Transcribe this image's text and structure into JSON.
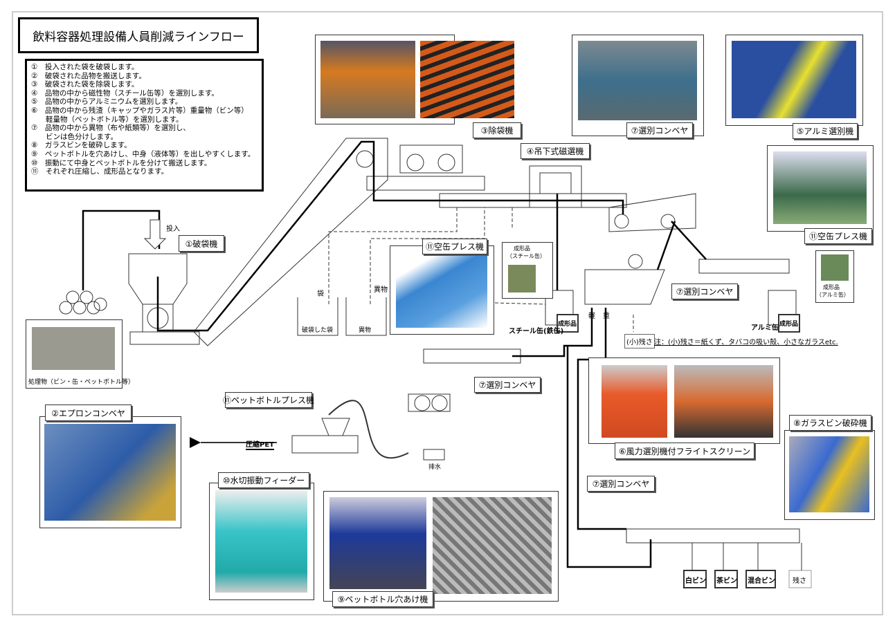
{
  "title": "飲料容器処理設備人員削減ラインフロー",
  "legend": [
    "①　投入された袋を破袋します。",
    "②　破袋された品物を搬送します。",
    "③　破袋された袋を除袋します。",
    "④　品物の中から磁性物（スチール缶等）を選別します。",
    "⑤　品物の中からアルミニウムを選別します。",
    "⑥　品物の中から残渣（キャップやガラス片等）重量物（ビン等）",
    "　　軽量物（ペットボトル等）を選別します。",
    "⑦　品物の中から異物（布や紙類等）を選別し、",
    "　　ビンは色分けします。",
    "⑧　ガラスビンを破砕します。",
    "⑨　ペットボトルを穴あけし、中身（液体等）を出しやすくします。",
    "⑩　振動にて中身とペットボトルを分けて搬送します。",
    "⑪　それぞれ圧縮し、成形品となります。"
  ],
  "labels": {
    "bag_breaker": "①破袋機",
    "input": "投入",
    "raw": "処理物（ビン・缶・ペットボトル等）",
    "apron": "②エプロンコンベヤ",
    "debagger": "③除袋機",
    "magnet": "④吊下式磁選機",
    "sort_conv": "⑦選別コンベヤ",
    "alu_sep": "⑤アルミ選別機",
    "can_press": "⑪空缶プレス機",
    "product_alu": "成形品",
    "product_alu_sub": "（アルミ缶）",
    "product_steel": "成形品",
    "product_steel_sub": "（スチール缶）",
    "bag": "袋",
    "foreign": "異物",
    "broken_bag": "破袋した袋",
    "foreign_bin": "異物",
    "steel_can": "スチール缶(鉄缶)",
    "alu_can": "アルミ缶",
    "product_box": "成形品",
    "light": "軽",
    "heavy": "重",
    "small_residue": "(小)残さ",
    "note": "注：(小)残さ＝紙くず、タバコの吸い殻、小さなガラスetc.",
    "pet_press": "⑪ペットボトルプレス機",
    "compressed_pet": "圧縮PET",
    "drain": "排水",
    "feeder": "⑩水切振動フィーダー",
    "piercer": "⑨ペットボトル穴あけ機",
    "wind": "⑥風力選別機付フライトスクリーン",
    "glass_crusher": "⑧ガラスビン破砕機",
    "white": "白ビン",
    "brown": "茶ビン",
    "mixed": "混合ビン",
    "residue": "残さ"
  }
}
